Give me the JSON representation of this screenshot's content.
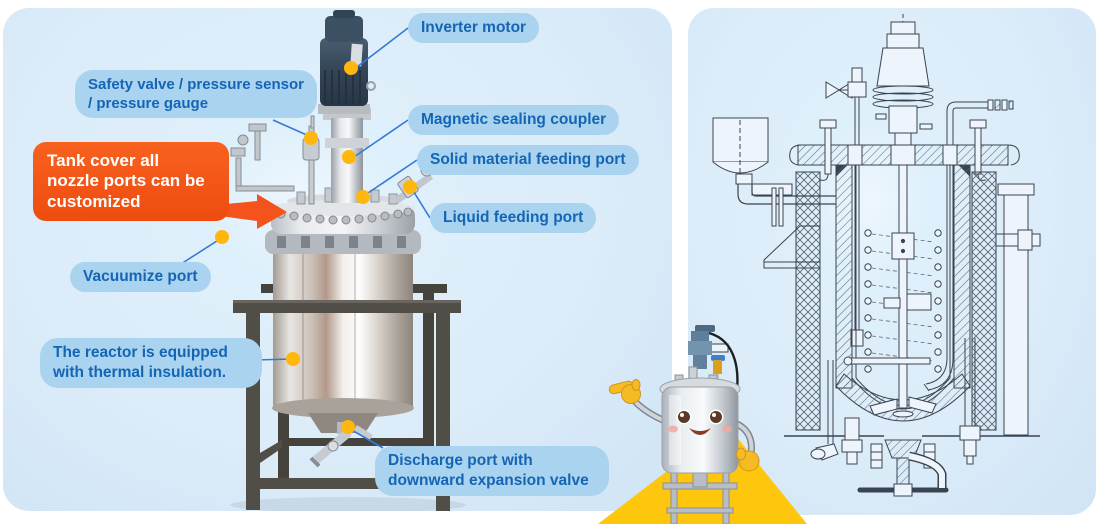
{
  "callouts": {
    "inverter_motor": "Inverter motor",
    "safety_valve": "Safety valve / pressure sensor / pressure gauge",
    "magnetic_coupler": "Magnetic sealing coupler",
    "solid_feeding": "Solid material feeding port",
    "liquid_feeding": "Liquid feeding port",
    "vacuumize": "Vacuumize port",
    "insulation": "The reactor is equipped with thermal insulation.",
    "discharge": "Discharge port with downward expansion valve"
  },
  "highlight_box": {
    "text": "Tank cover all nozzle ports can be customized"
  },
  "colors": {
    "panel_bg": "#dcecf9",
    "pill_bg": "#aad3ef",
    "pill_text": "#1565b5",
    "callout_line": "#3579d8",
    "callout_dot": "#ffb60d",
    "highlight_bg": "#f4541d",
    "highlight_text": "#ffffff",
    "mascot_triangle": "#ffc60e",
    "drawing_line": "#3a4450"
  },
  "icons": {
    "dot": "callout-dot",
    "arrow": "arrow-right-icon"
  }
}
